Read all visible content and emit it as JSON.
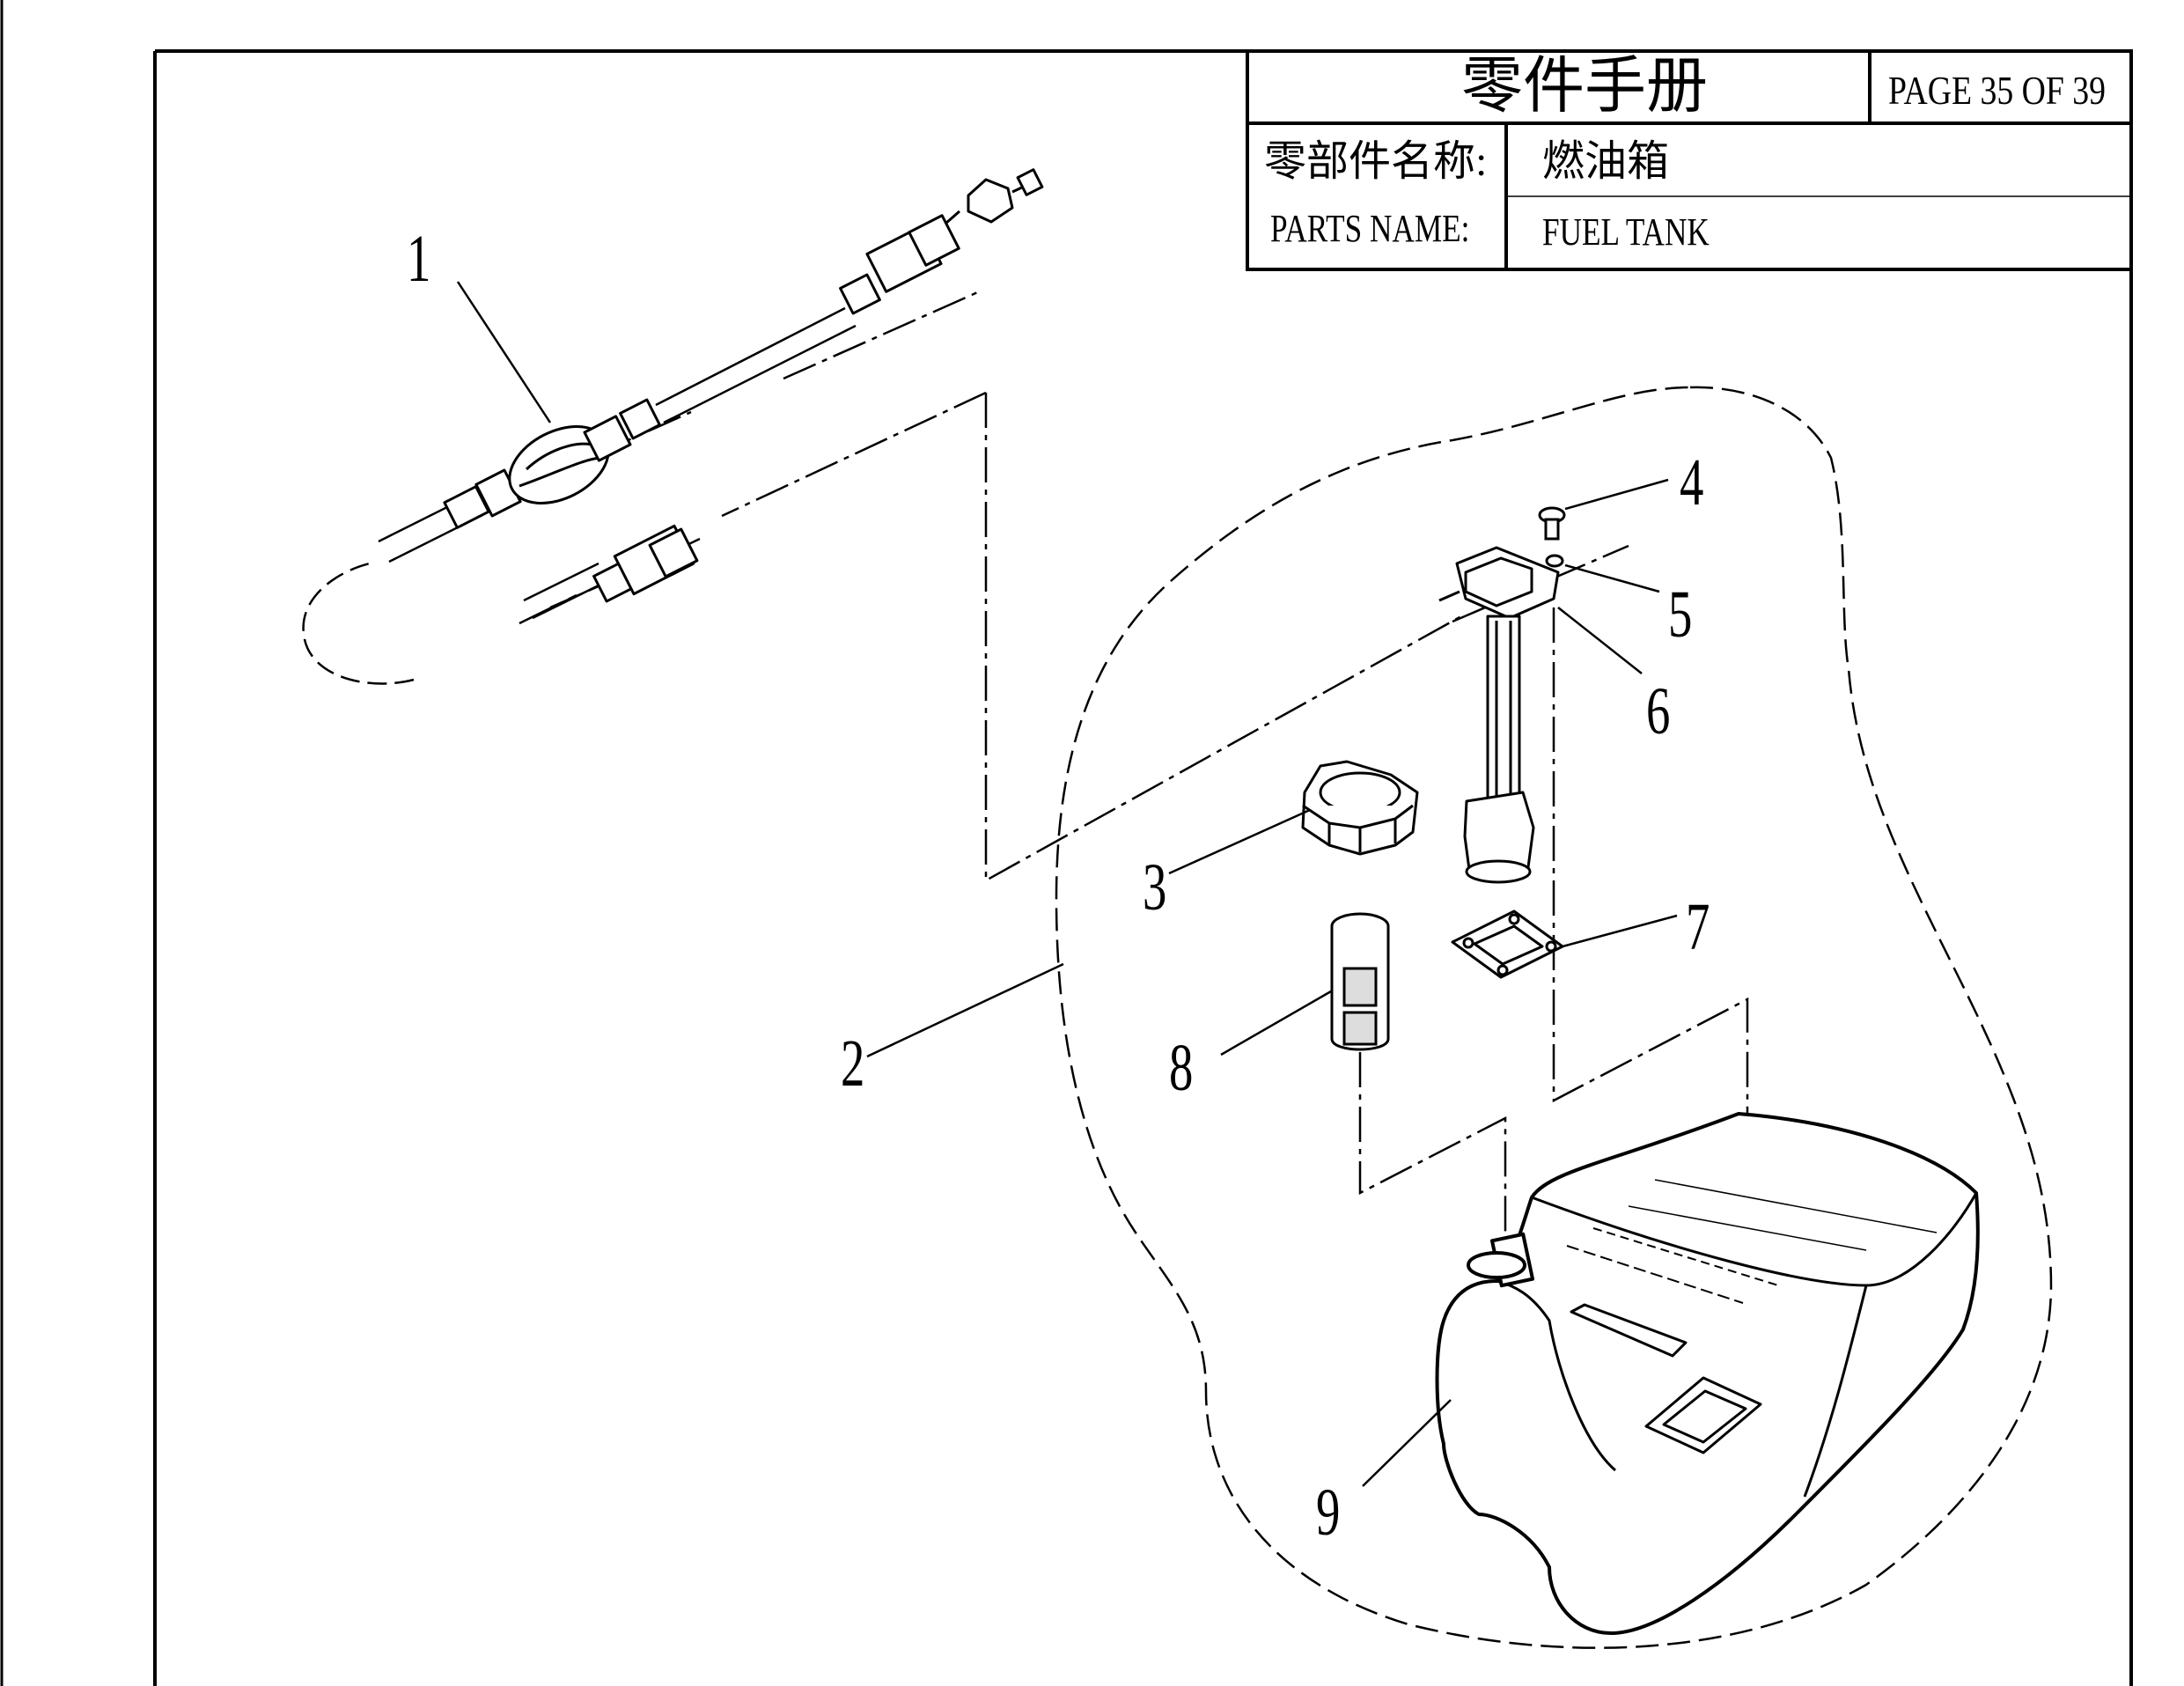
{
  "title_block": {
    "title": "零件手册",
    "page": "PAGE 35 OF 39",
    "cn_label": "零部件名称:",
    "cn_value": "燃油箱",
    "en_label": "PARTS NAME:",
    "en_value": "FUEL TANK"
  },
  "callouts": [
    "1",
    "2",
    "3",
    "4",
    "5",
    "6",
    "7",
    "8",
    "9"
  ],
  "colors": {
    "ink": "#000000",
    "paper": "#ffffff"
  }
}
